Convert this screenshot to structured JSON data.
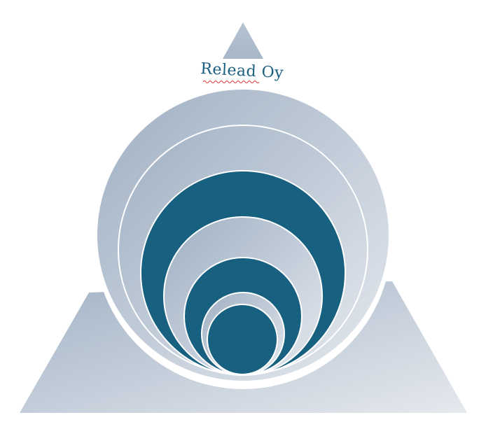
{
  "logo": {
    "text": "Relead Oy"
  },
  "colors": {
    "light_fill_start": "#9fb0c3",
    "light_fill_end": "#e4e8ee",
    "dark_fill": "#176080",
    "logo_text": "#1a5f80",
    "ring_outline": "#ffffff",
    "spellcheck_underline": "#e03030"
  },
  "diagram": {
    "shape_sequence": [
      "triangle-top",
      "triangle-bottom",
      "ring-light",
      "ring-light",
      "ring-dark",
      "ring-light",
      "ring-dark",
      "ring-light",
      "core-dark"
    ]
  }
}
